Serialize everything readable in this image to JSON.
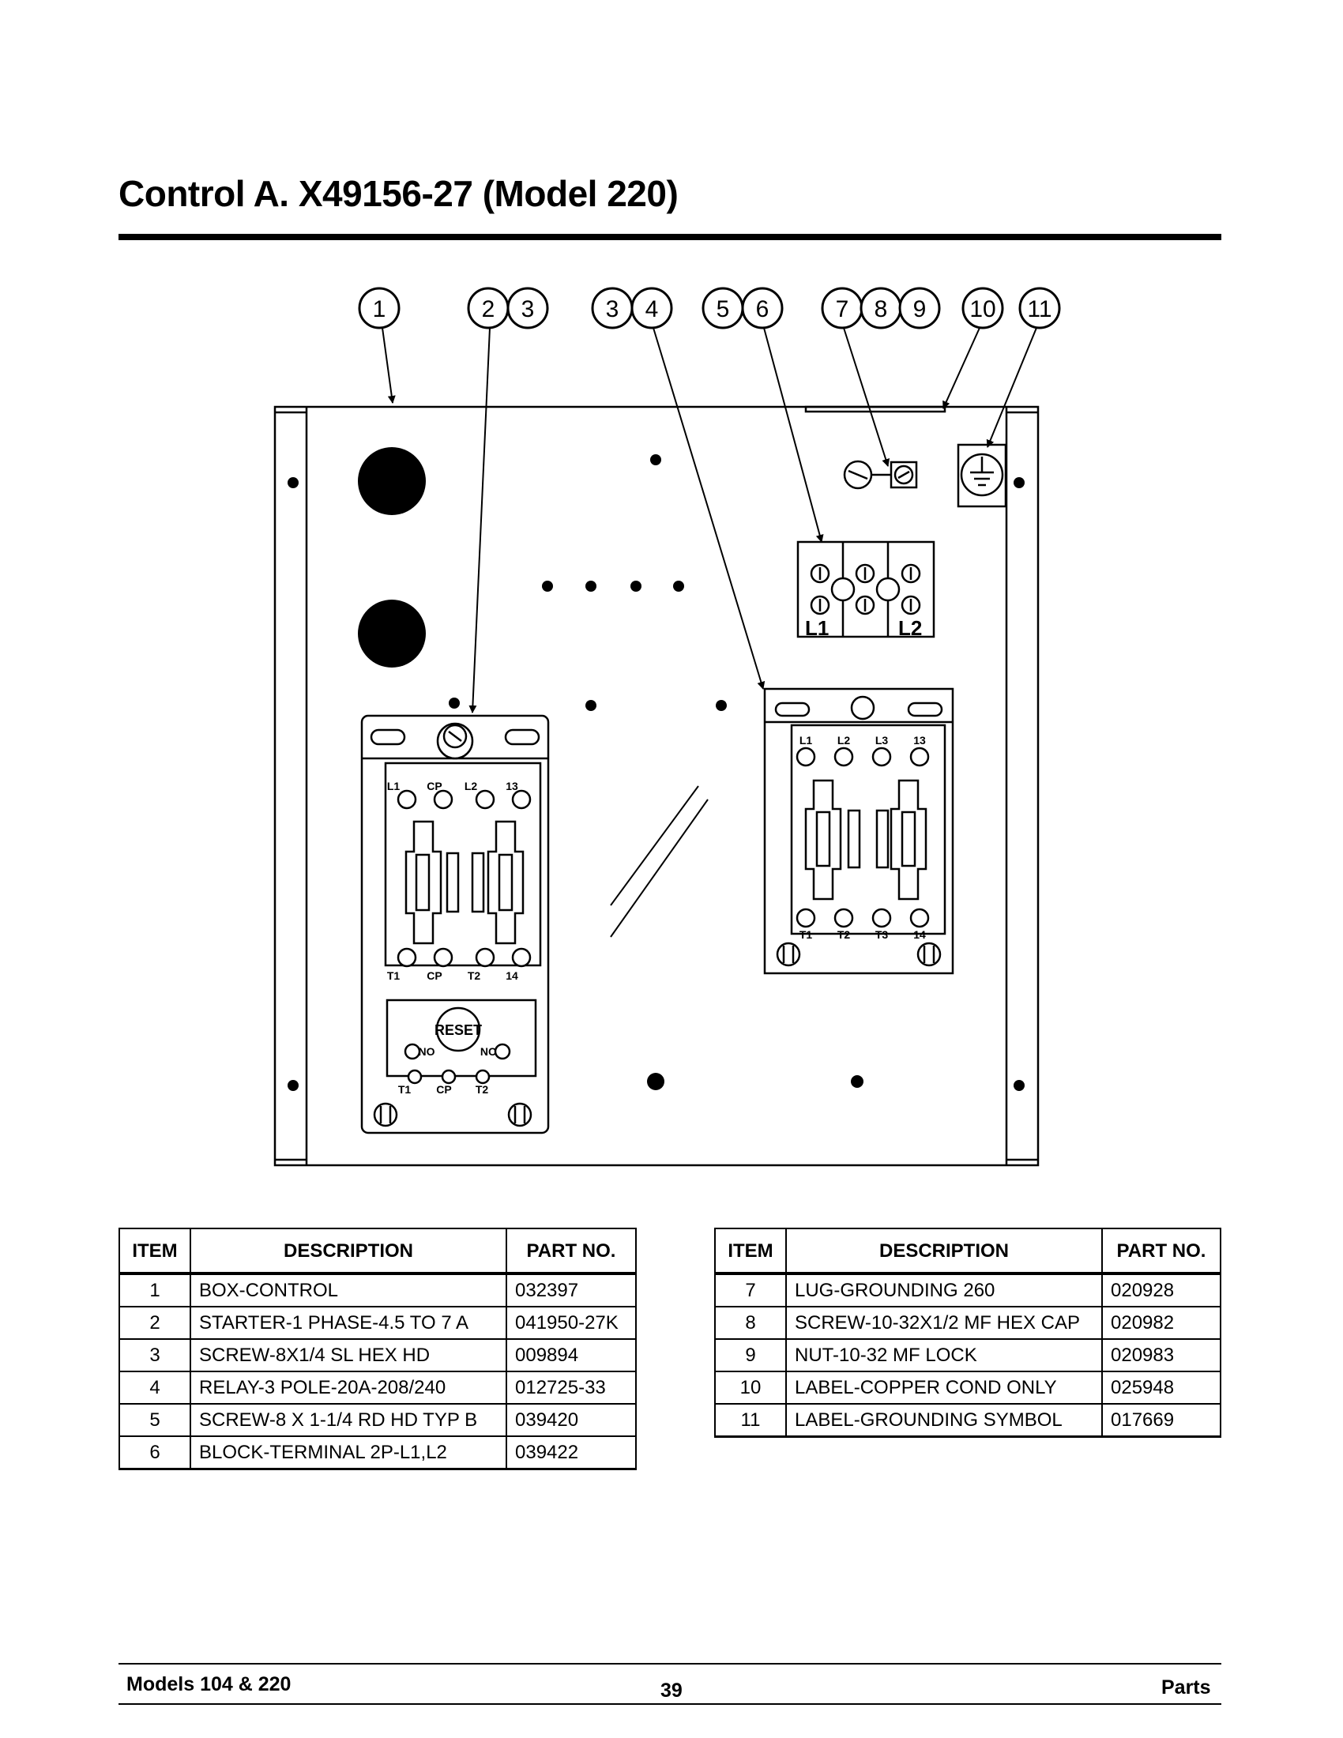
{
  "page": {
    "title": "Control A. X49156-27 (Model 220)",
    "footer_left": "Models 104 & 220",
    "footer_page_number": "39",
    "footer_right": "Parts"
  },
  "diagram": {
    "callouts": [
      "1",
      "2",
      "3",
      "3",
      "4",
      "5",
      "6",
      "7",
      "8",
      "9",
      "10",
      "11"
    ],
    "terminal_block_labels": [
      "L1",
      "L2"
    ],
    "starter_top_labels": [
      "L1",
      "CP",
      "L2",
      "13"
    ],
    "starter_bottom_labels": [
      "T1",
      "CP",
      "T2",
      "14"
    ],
    "overload_labels": [
      "RESET",
      "NO",
      "NC",
      "T1",
      "CP",
      "T2"
    ],
    "relay_top_labels": [
      "L1",
      "L2",
      "L3",
      "13"
    ],
    "relay_bottom_labels": [
      "T1",
      "T2",
      "T3",
      "14"
    ]
  },
  "tables": {
    "headers": {
      "item": "ITEM",
      "description": "DESCRIPTION",
      "part_no": "PART NO."
    },
    "left": [
      {
        "item": "1",
        "description": "BOX-CONTROL",
        "part_no": "032397"
      },
      {
        "item": "2",
        "description": "STARTER-1 PHASE-4.5 TO 7 A",
        "part_no": "041950-27K"
      },
      {
        "item": "3",
        "description": "SCREW-8X1/4 SL HEX HD",
        "part_no": "009894"
      },
      {
        "item": "4",
        "description": "RELAY-3 POLE-20A-208/240",
        "part_no": "012725-33"
      },
      {
        "item": "5",
        "description": "SCREW-8 X 1-1/4 RD HD TYP B",
        "part_no": "039420"
      },
      {
        "item": "6",
        "description": "BLOCK-TERMINAL 2P-L1,L2",
        "part_no": "039422"
      }
    ],
    "right": [
      {
        "item": "7",
        "description": "LUG-GROUNDING 260",
        "part_no": "020928"
      },
      {
        "item": "8",
        "description": "SCREW-10-32X1/2 MF HEX CAP",
        "part_no": "020982"
      },
      {
        "item": "9",
        "description": "NUT-10-32 MF LOCK",
        "part_no": "020983"
      },
      {
        "item": "10",
        "description": "LABEL-COPPER COND ONLY",
        "part_no": "025948"
      },
      {
        "item": "11",
        "description": "LABEL-GROUNDING SYMBOL",
        "part_no": "017669"
      }
    ]
  }
}
